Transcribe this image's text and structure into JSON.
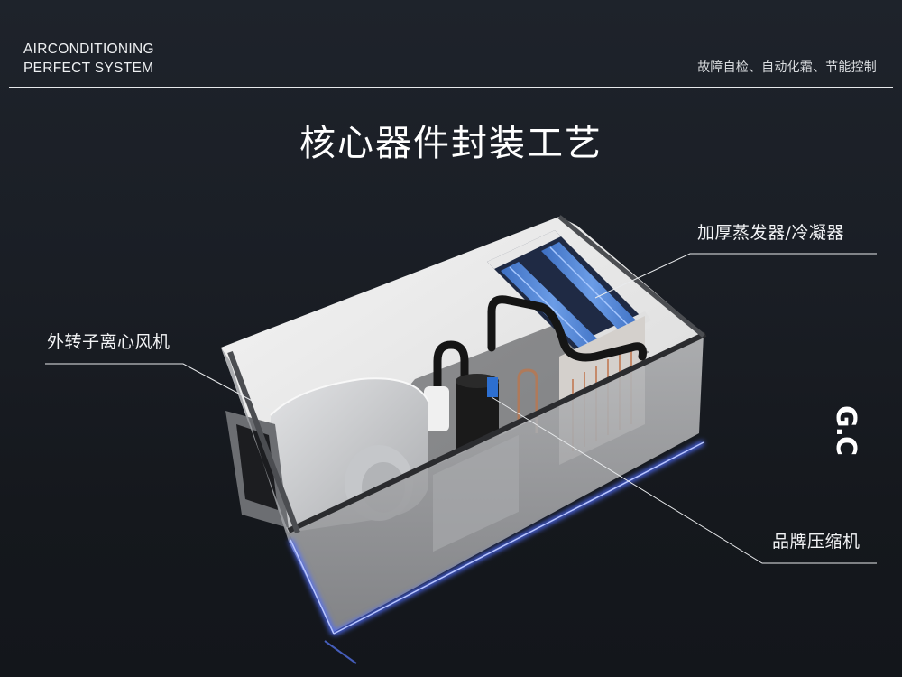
{
  "header": {
    "brand_line1": "AIRCONDITIONING",
    "brand_line2": "PERFECT SYSTEM",
    "tagline": "故障自检、自动化霜、节能控制"
  },
  "title": "核心器件封装工艺",
  "callouts": [
    {
      "id": "evaporator",
      "label": "加厚蒸发器/冷凝器"
    },
    {
      "id": "fan",
      "label": "外转子离心风机"
    },
    {
      "id": "compressor",
      "label": "品牌压缩机"
    }
  ],
  "logo": {
    "text": "G.C"
  },
  "colors": {
    "background_top": "#1e232b",
    "background_bottom": "#13161b",
    "accent_glow": "#5b7cff",
    "coil_blue": "#4a7fd0",
    "text": "#ffffff"
  }
}
